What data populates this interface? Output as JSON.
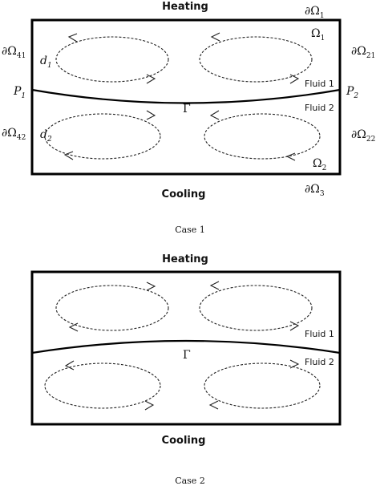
{
  "case1": {
    "heating": "Heating",
    "cooling": "Cooling",
    "caption": "Case 1",
    "fluid1": "Fluid 1",
    "fluid2": "Fluid 2",
    "gamma": "Γ",
    "partial": "∂",
    "omega": "Ω",
    "d": "d",
    "p": "P",
    "sub_1": "1",
    "sub_2": "2",
    "sub_3": "3",
    "sub_21": "21",
    "sub_22": "22",
    "sub_41": "41",
    "sub_42": "42"
  },
  "case2": {
    "heating": "Heating",
    "cooling": "Cooling",
    "caption": "Case 2",
    "fluid1": "Fluid 1",
    "fluid2": "Fluid 2",
    "gamma": "Γ"
  }
}
